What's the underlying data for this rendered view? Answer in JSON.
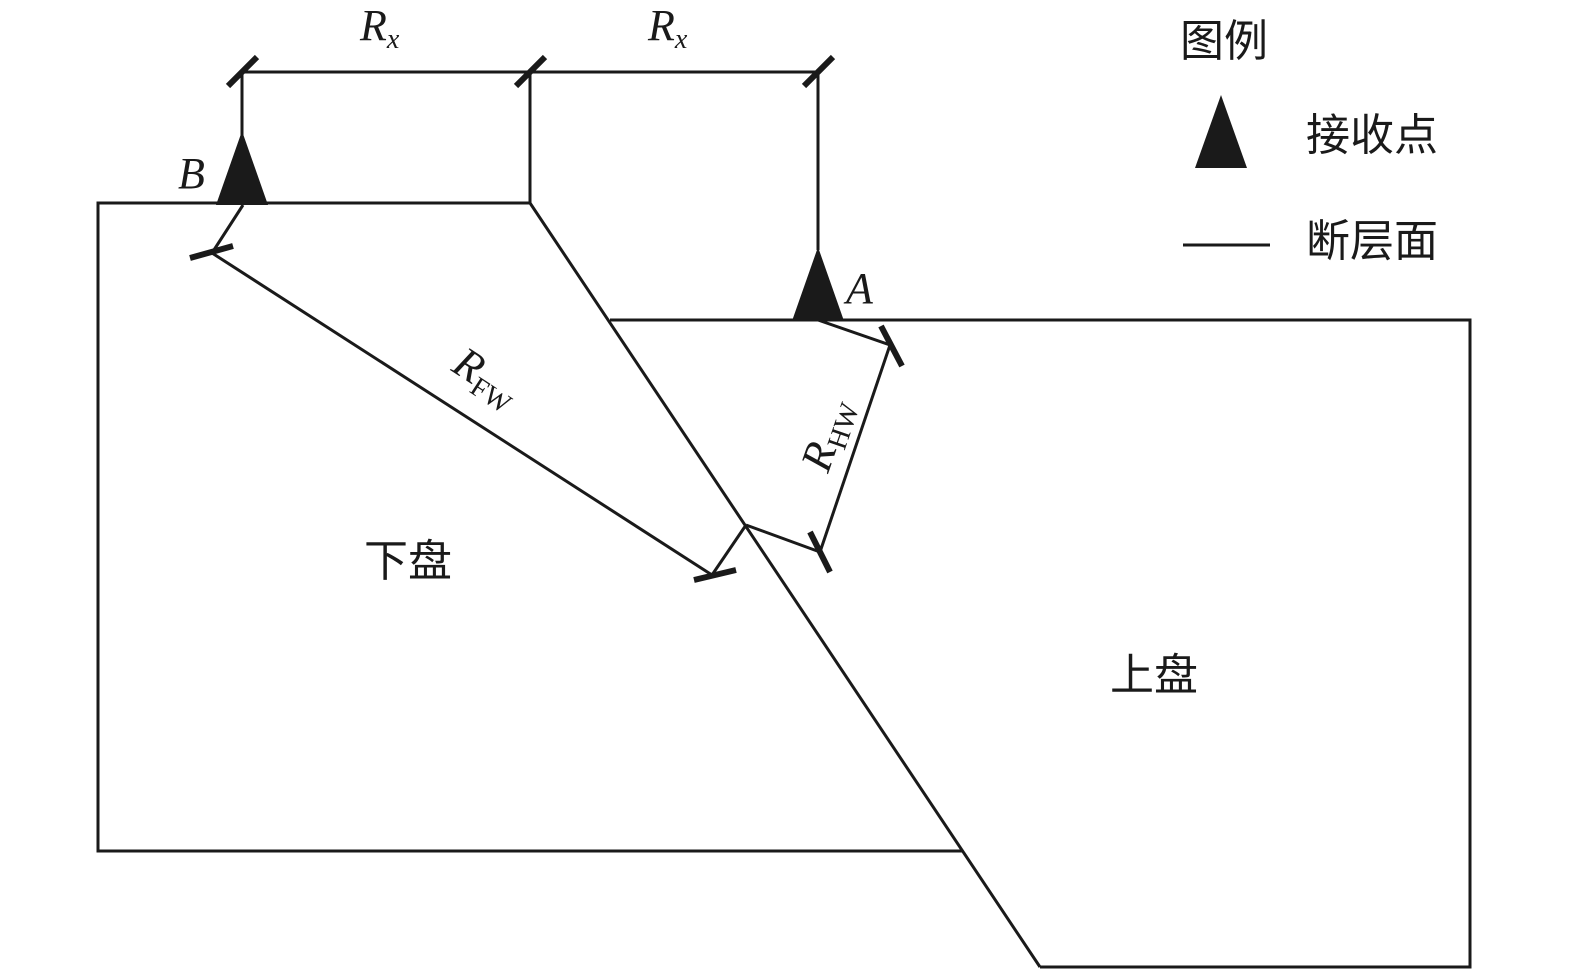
{
  "legend": {
    "title": "图例",
    "receiver_label": "接收点",
    "fault_label": "断层面"
  },
  "labels": {
    "station_b": "B",
    "station_a": "A",
    "rx_left": "R",
    "rx_left_sub": "x",
    "rx_right": "R",
    "rx_right_sub": "x",
    "rfw": "R",
    "rfw_sub": "FW",
    "rhw": "R",
    "rhw_sub": "HW",
    "footwall": "下盘",
    "hanging_wall": "上盘"
  },
  "colors": {
    "line": "#1a1a1a",
    "background": "#ffffff"
  }
}
